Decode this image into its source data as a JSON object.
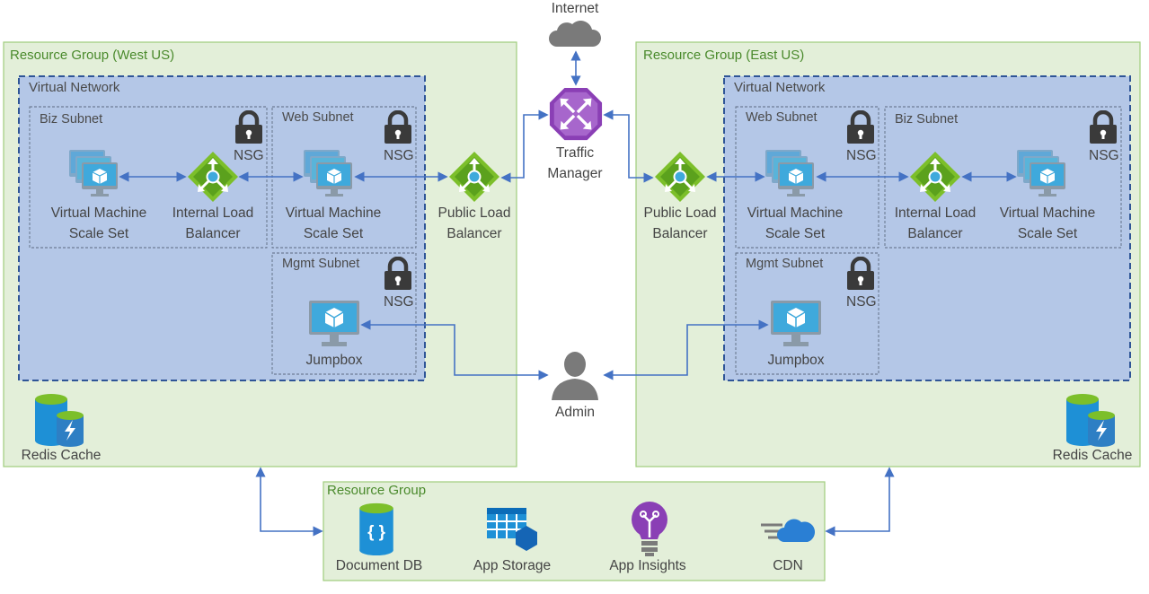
{
  "internet_label": "Internet",
  "traffic_manager": [
    "Traffic",
    "Manager"
  ],
  "admin_label": "Admin",
  "west": {
    "group_title": "Resource Group (West US)",
    "vnet_title": "Virtual Network",
    "biz_subnet": "Biz Subnet",
    "web_subnet": "Web Subnet",
    "mgmt_subnet": "Mgmt Subnet",
    "nsg": "NSG",
    "biz_vmss": [
      "Virtual Machine",
      "Scale Set"
    ],
    "internal_lb": [
      "Internal Load",
      "Balancer"
    ],
    "web_vmss": [
      "Virtual Machine",
      "Scale Set"
    ],
    "public_lb": [
      "Public Load",
      "Balancer"
    ],
    "jumpbox": "Jumpbox",
    "redis": "Redis Cache"
  },
  "east": {
    "group_title": "Resource Group (East US)",
    "vnet_title": "Virtual Network",
    "web_subnet": "Web Subnet",
    "biz_subnet": "Biz Subnet",
    "mgmt_subnet": "Mgmt Subnet",
    "nsg": "NSG",
    "public_lb": [
      "Public Load",
      "Balancer"
    ],
    "web_vmss": [
      "Virtual Machine",
      "Scale Set"
    ],
    "internal_lb": [
      "Internal Load",
      "Balancer"
    ],
    "biz_vmss": [
      "Virtual Machine",
      "Scale Set"
    ],
    "jumpbox": "Jumpbox",
    "redis": "Redis Cache"
  },
  "shared": {
    "group_title": "Resource Group",
    "document_db": "Document DB",
    "app_storage": "App Storage",
    "app_insights": "App Insights",
    "cdn": "CDN"
  },
  "colors": {
    "group_fill": "#e3efd9",
    "group_stroke": "#9fcd7c",
    "vnet_fill": "#b4c7e7",
    "vnet_stroke": "#2f5597",
    "connector": "#4472c4",
    "lb_green": "#7cbf2a",
    "traffic_purple": "#8a3fb5"
  }
}
